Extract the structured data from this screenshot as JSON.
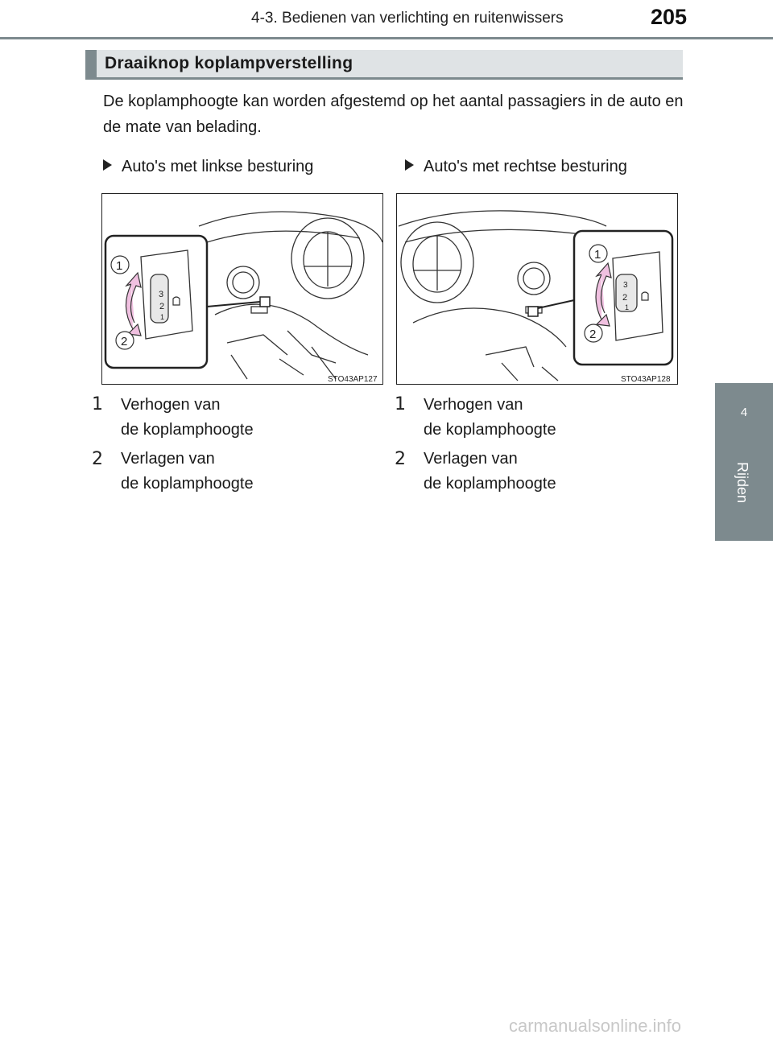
{
  "header": {
    "chapter": "4-3. Bedienen van verlichting en ruitenwissers",
    "page_number": "205"
  },
  "side_tab": {
    "number": "4",
    "label": "Rijden"
  },
  "section": {
    "title": "Draaiknop koplampverstelling",
    "intro": "De koplamphoogte kan worden afgestemd op het aantal passagiers in de auto en de mate van belading."
  },
  "figures": [
    {
      "label": "Auto's met linkse besturing",
      "code": "STO43AP127",
      "callouts": [
        "1",
        "2"
      ],
      "dial_marks": [
        "3",
        "2",
        "1"
      ],
      "legend": [
        {
          "num": "1",
          "line1": "Verhogen van",
          "line2": "de koplamphoogte"
        },
        {
          "num": "2",
          "line1": "Verlagen van",
          "line2": "de koplamphoogte"
        }
      ]
    },
    {
      "label": "Auto's met rechtse besturing",
      "code": "STO43AP128",
      "callouts": [
        "1",
        "2"
      ],
      "dial_marks": [
        "3",
        "2",
        "1"
      ],
      "legend": [
        {
          "num": "1",
          "line1": "Verhogen van",
          "line2": "de koplamphoogte"
        },
        {
          "num": "2",
          "line1": "Verlagen van",
          "line2": "de koplamphoogte"
        }
      ]
    }
  ],
  "colors": {
    "accent": "#7d8a8e",
    "arrow": "#f0c0e0",
    "header_bg": "#dfe3e5"
  },
  "watermark": "carmanualsonline.info"
}
